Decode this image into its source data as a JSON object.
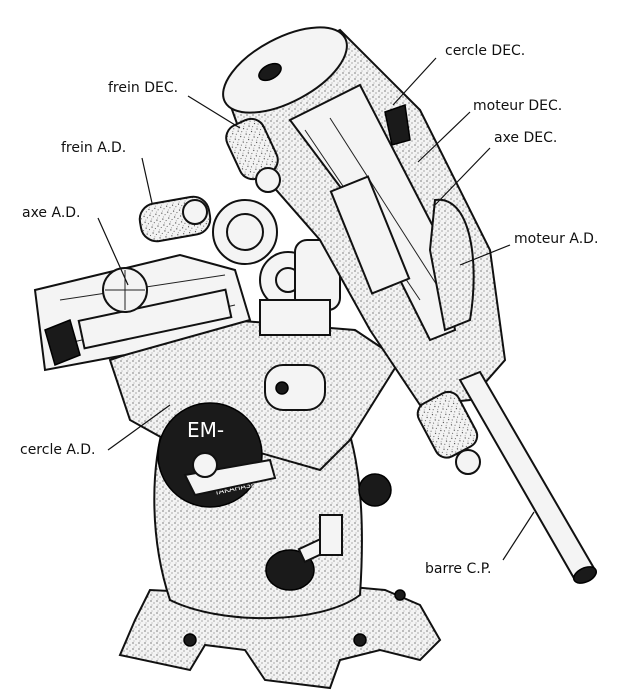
{
  "labels": {
    "cercle_dec": "cercle DEC.",
    "frein_dec": "frein DEC.",
    "moteur_dec": "moteur DEC.",
    "axe_dec": "axe DEC.",
    "frein_ad": "frein A.D.",
    "axe_ad": "axe A.D.",
    "moteur_ad": "moteur A.D.",
    "cercle_ad": "cercle A.D.",
    "barre_cp": "barre C.P."
  },
  "markings": {
    "em_logo": "EM-",
    "base_text": "TAKAHASHI"
  },
  "colors": {
    "ink": "#111111",
    "paper": "#ffffff",
    "casting": "#f2f2f2"
  }
}
